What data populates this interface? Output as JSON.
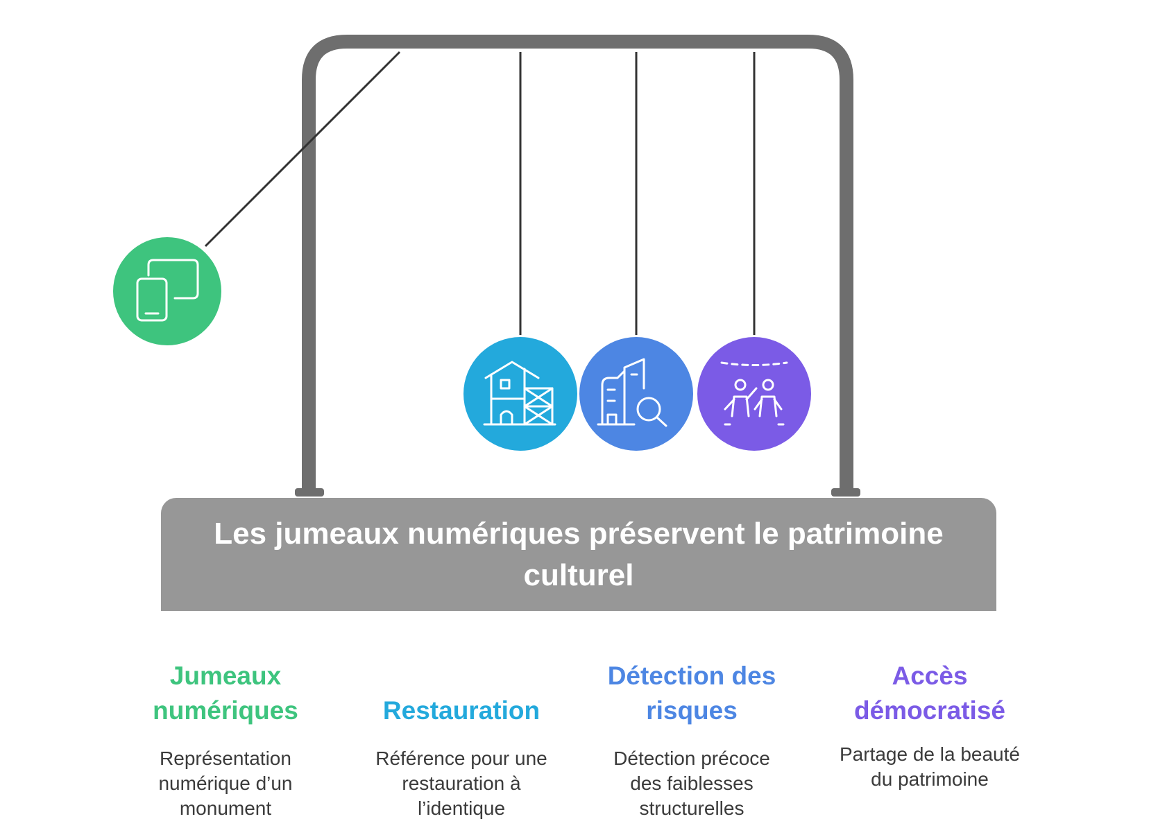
{
  "title": "Les jumeaux numériques préservent le patrimoine culturel",
  "colors": {
    "frame": "#6e6e6e",
    "base": "#979797",
    "green": "#3ec47e",
    "cyan": "#23a9dc",
    "blue": "#4d86e3",
    "purple": "#7b5be6"
  },
  "items": [
    {
      "heading": "Jumeaux numériques",
      "description": "Représentation numérique d’un monument",
      "color": "#3ec47e",
      "icon": "devices-icon"
    },
    {
      "heading": "Restauration",
      "description": "Référence pour une restauration à l’identique",
      "color": "#23a9dc",
      "icon": "scaffold-house-icon"
    },
    {
      "heading": "Détection des risques",
      "description": "Détection précoce des faiblesses structurelles",
      "color": "#4d86e3",
      "icon": "building-search-icon"
    },
    {
      "heading": "Accès démocratisé",
      "description": "Partage de la beauté du patrimoine",
      "color": "#7b5be6",
      "icon": "people-spotlight-icon"
    }
  ]
}
